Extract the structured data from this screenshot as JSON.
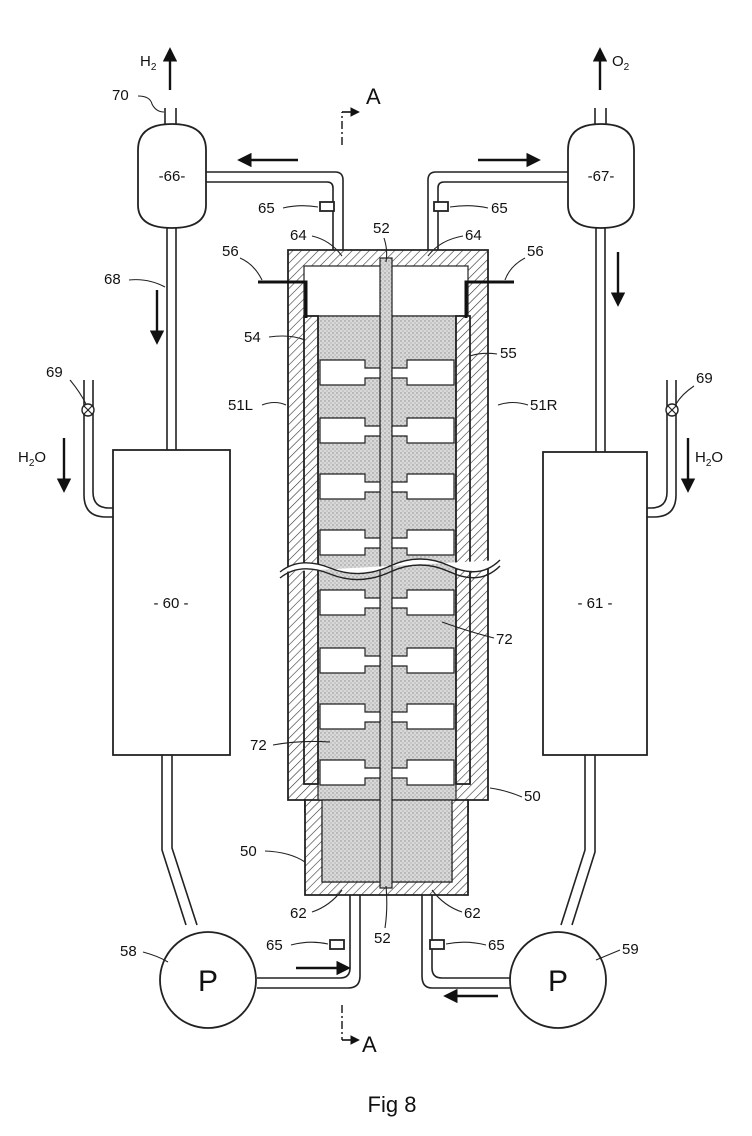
{
  "figure": {
    "caption": "Fig 8",
    "gases": {
      "left": "H",
      "left_sub": "2",
      "right": "O",
      "right_sub": "2"
    },
    "water": {
      "left": "H",
      "left_sub": "2",
      "left_tail": "O",
      "right": "H",
      "right_sub": "2",
      "right_tail": "O"
    },
    "section": {
      "top": "A",
      "bottom": "A"
    },
    "separators": {
      "left": "-66-",
      "right": "-67-"
    },
    "tanks": {
      "left": "- 60 -",
      "right": "- 61 -"
    },
    "pumps": {
      "left": "P",
      "right": "P"
    },
    "labels": {
      "n70": "70",
      "n65": "65",
      "n64": "64",
      "n52": "52",
      "n56": "56",
      "n68": "68",
      "n54": "54",
      "n55": "55",
      "n69": "69",
      "n51L": "51L",
      "n51R": "51R",
      "n72": "72",
      "n50": "50",
      "n62": "62",
      "n58": "58",
      "n59": "59"
    }
  }
}
